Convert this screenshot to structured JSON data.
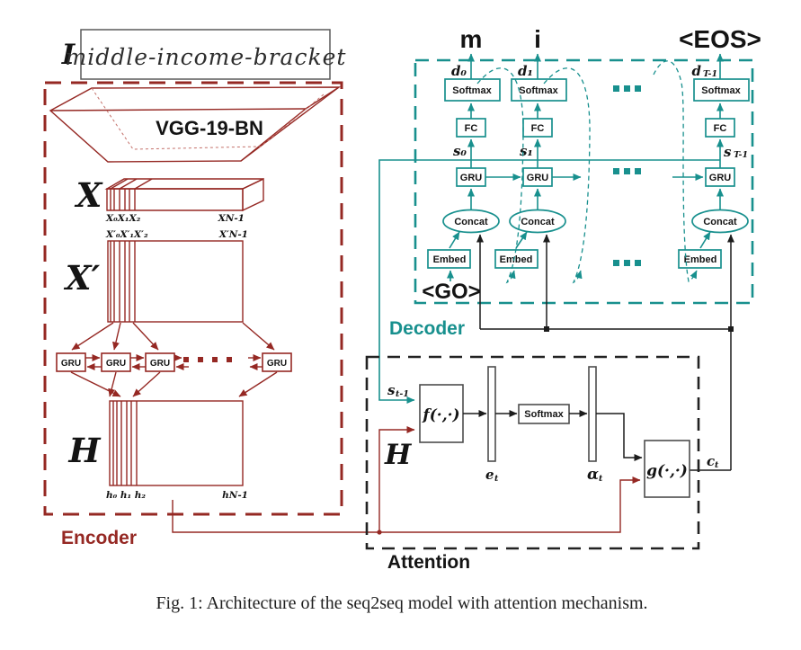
{
  "caption": "Fig. 1: Architecture of the seq2seq model with attention mechanism.",
  "input": {
    "label": "I",
    "handwriting": "middle-income-bracket"
  },
  "colors": {
    "encoder": "#952823",
    "decoder": "#18908e",
    "line": "#1c1c1c"
  },
  "encoder": {
    "label": "Encoder",
    "vgg": "VGG-19-BN",
    "gru": "GRU",
    "x": {
      "label": "X",
      "subs": "X₀X₁X₂",
      "subN": "XN-1"
    },
    "xp": {
      "label": "X′",
      "subs": "X′₀X′₁X′₂",
      "subN": "X′N-1"
    },
    "h": {
      "label": "H",
      "subs": "h₀ h₁ h₂",
      "subN": "hN-1"
    }
  },
  "decoder": {
    "label": "Decoder",
    "go": "<GO>",
    "outputs": [
      "m",
      "i",
      "<EOS>"
    ],
    "boxes": {
      "softmax": "Softmax",
      "fc": "FC",
      "gru": "GRU",
      "concat": "Concat",
      "embed": "Embed"
    },
    "d": {
      "d0": "d₀",
      "d1": "d₁",
      "dT": "d",
      "dTsub": "T-1"
    },
    "s": {
      "s0": "s₀",
      "s1": "s₁",
      "sT": "s",
      "sTsub": "T-1"
    }
  },
  "attention": {
    "label": "Attention",
    "softmax": "Softmax",
    "s_prev": {
      "main": "s",
      "sub": "t-1"
    },
    "H": "H",
    "f": "f(·,·)",
    "g": "g(·,·)",
    "e": {
      "main": "e",
      "sub": "t"
    },
    "alpha": {
      "main": "α",
      "sub": "t"
    },
    "c": {
      "main": "c",
      "sub": "t"
    }
  }
}
